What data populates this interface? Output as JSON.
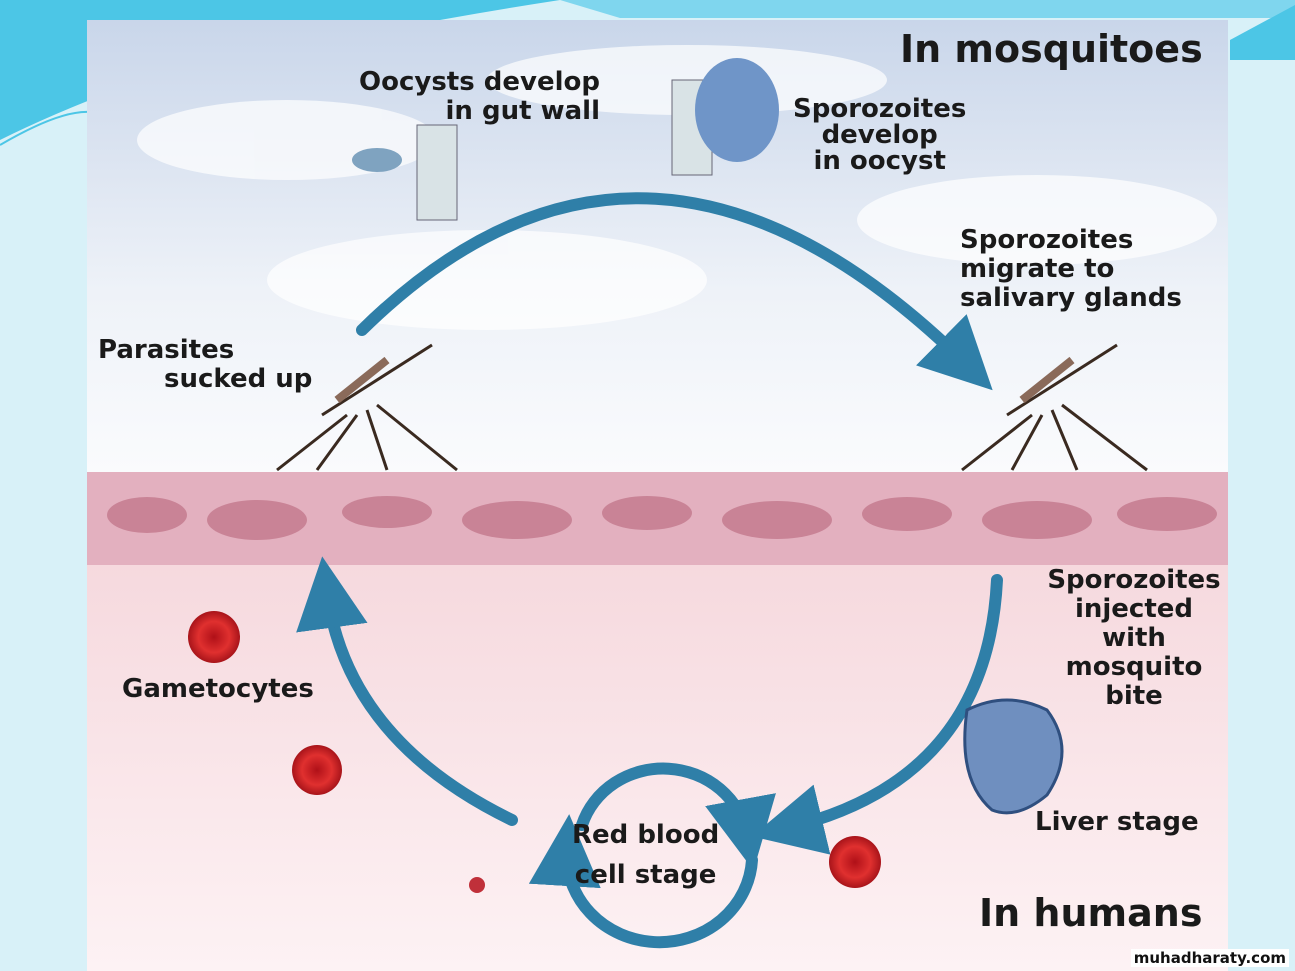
{
  "diagram": {
    "title_top": "In mosquitoes",
    "title_bottom": "In humans",
    "labels": {
      "oocysts": [
        "Oocysts develop",
        "in gut wall"
      ],
      "sporozoites_develop": [
        "Sporozoites",
        "develop",
        "in oocyst"
      ],
      "sporozoites_migrate": [
        "Sporozoites",
        "migrate to",
        "salivary glands"
      ],
      "parasites": [
        "Parasites",
        "sucked up"
      ],
      "sporozoites_injected": [
        "Sporozoites",
        "injected",
        "with",
        "mosquito",
        "bite"
      ],
      "liver": "Liver stage",
      "gametocytes": "Gametocytes",
      "rbc": [
        "Red blood",
        "cell stage"
      ]
    }
  },
  "watermark": "muhadharaty.com",
  "colors": {
    "arrow": "#2f7fa8",
    "skin": "#e6b3c2",
    "cell": "#d8262b",
    "slide_bg": "#d8f1f8"
  }
}
